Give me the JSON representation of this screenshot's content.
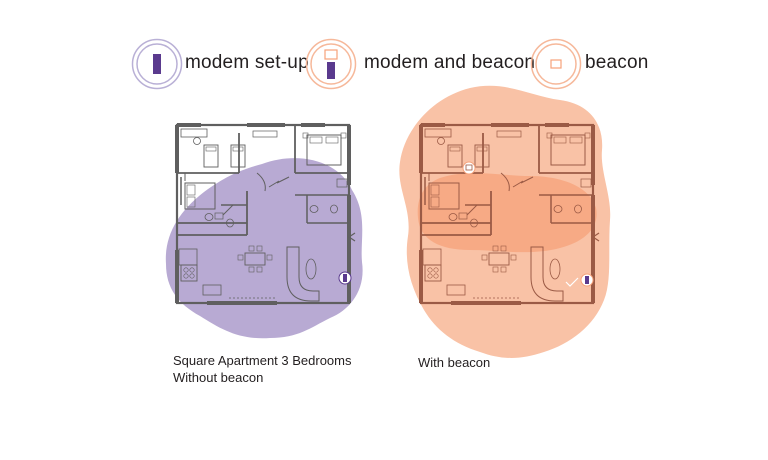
{
  "legend": {
    "items": [
      {
        "icon": "purple-modem-icon",
        "label": "modem set-up"
      },
      {
        "icon": "modem-and-beacon-icon",
        "label": "modem and beacon"
      },
      {
        "icon": "beacon-icon",
        "label": "beacon"
      }
    ]
  },
  "captions": {
    "left_line1": "Square Apartment 3 Bedrooms",
    "left_line2": "Without beacon",
    "right": "With beacon"
  },
  "colors": {
    "modem_purple": "#5a3a8e",
    "purple_coverage": "#b8aad3",
    "purple_ring": "#b9b0d6",
    "orange_coverage": "#f6a27a",
    "orange_light": "#f9c2a6",
    "orange_ring": "#f6b89a",
    "wall_dark": "#5f5f5f",
    "text": "#231f20"
  }
}
